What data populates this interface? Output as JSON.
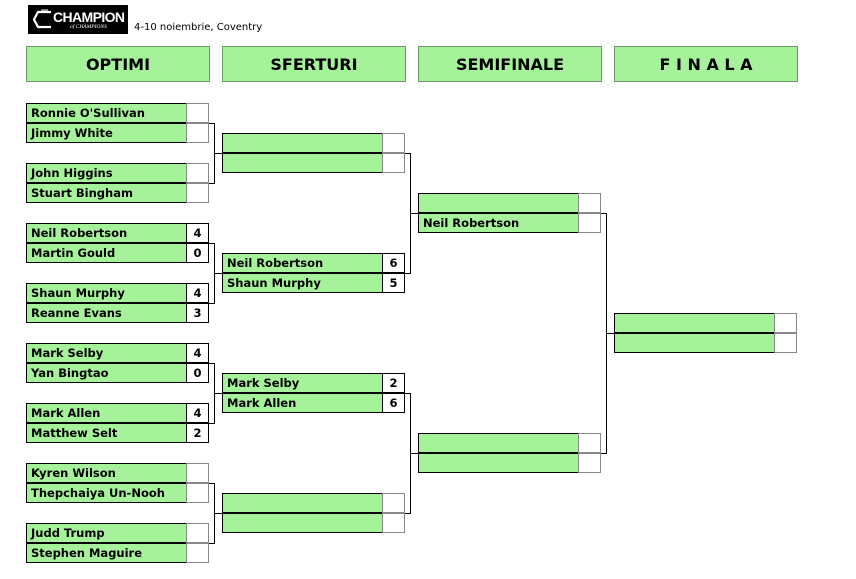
{
  "logo": {
    "word": "CHAMPION",
    "sub": "of CHAMPIONS"
  },
  "event": "4-10 noiembrie, Coventry",
  "rounds": [
    "OPTIMI",
    "SFERTURI",
    "SEMIFINALE",
    "F I N A L A"
  ],
  "optimi": [
    {
      "p1": "Ronnie O'Sullivan",
      "s1": "",
      "p2": "Jimmy White",
      "s2": ""
    },
    {
      "p1": "John Higgins",
      "s1": "",
      "p2": "Stuart Bingham",
      "s2": ""
    },
    {
      "p1": "Neil Robertson",
      "s1": "4",
      "p2": "Martin Gould",
      "s2": "0"
    },
    {
      "p1": "Shaun Murphy",
      "s1": "4",
      "p2": "Reanne Evans",
      "s2": "3"
    },
    {
      "p1": "Mark Selby",
      "s1": "4",
      "p2": "Yan Bingtao",
      "s2": "0"
    },
    {
      "p1": "Mark Allen",
      "s1": "4",
      "p2": "Matthew Selt",
      "s2": "2"
    },
    {
      "p1": "Kyren Wilson",
      "s1": "",
      "p2": "Thepchaiya Un-Nooh",
      "s2": ""
    },
    {
      "p1": "Judd Trump",
      "s1": "",
      "p2": "Stephen Maguire",
      "s2": ""
    }
  ],
  "sferturi": [
    {
      "p1": "",
      "s1": "",
      "p2": "",
      "s2": ""
    },
    {
      "p1": "Neil Robertson",
      "s1": "6",
      "p2": "Shaun Murphy",
      "s2": "5"
    },
    {
      "p1": "Mark Selby",
      "s1": "2",
      "p2": "Mark Allen",
      "s2": "6"
    },
    {
      "p1": "",
      "s1": "",
      "p2": "",
      "s2": ""
    }
  ],
  "semifinale": [
    {
      "p1": "",
      "s1": "",
      "p2": "Neil Robertson",
      "s2": ""
    },
    {
      "p1": "",
      "s1": "",
      "p2": "",
      "s2": ""
    }
  ],
  "finala": [
    {
      "p1": "",
      "s1": "",
      "p2": "",
      "s2": ""
    }
  ]
}
